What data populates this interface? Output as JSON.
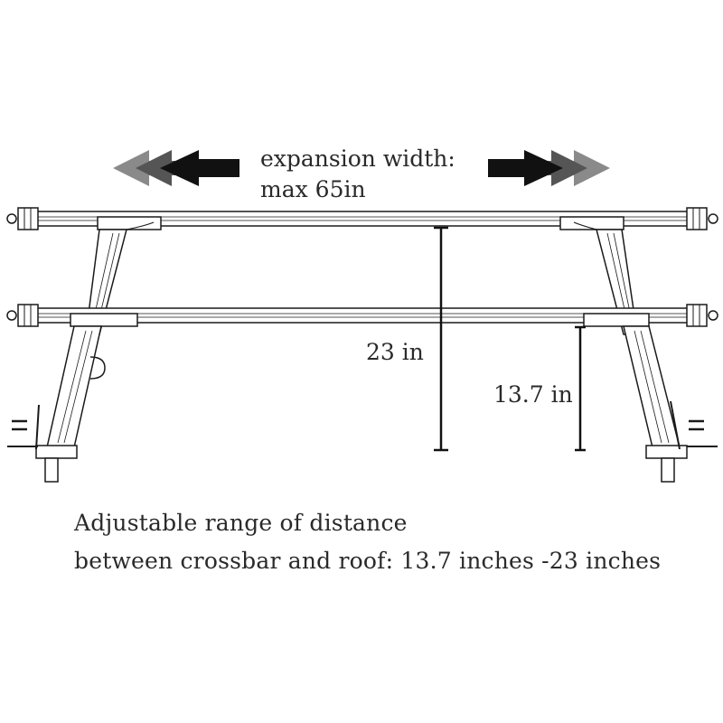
{
  "expansion": {
    "line1": "expansion width:",
    "line2": "max 65in"
  },
  "dimensions": {
    "max_height": "23 in",
    "min_height": "13.7 in"
  },
  "caption": {
    "line1": "Adjustable range of distance",
    "line2": "between crossbar and roof: 13.7 inches -23 inches"
  },
  "colors": {
    "ink": "#1a1a1a",
    "arrow_dark": "#111111",
    "arrow_mid": "#555555",
    "arrow_light": "#8a8a8a"
  }
}
